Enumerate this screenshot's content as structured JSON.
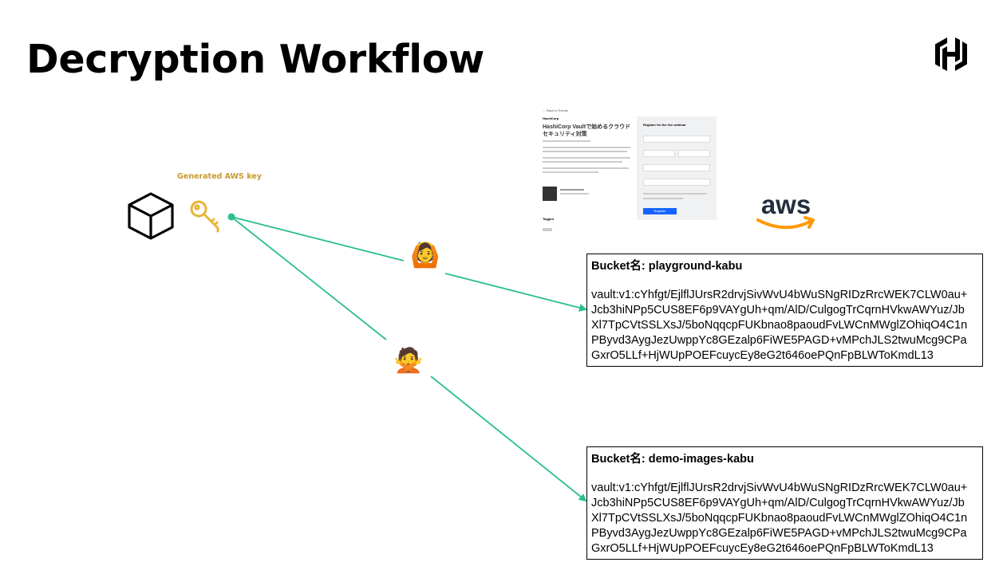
{
  "title": "Decryption Workflow",
  "key_label": "Generated AWS key",
  "emoji_allowed": "🙆",
  "emoji_denied": "🙅",
  "webinar": {
    "back_link": "← Back to Events",
    "brand": "HashiCorp",
    "heading": "HashiCorp Vaultで始めるクラウドセキュリティ対策",
    "form_title": "Register for the live webinar",
    "register_button": "Register",
    "tagged": "Tagged"
  },
  "aws_text": "aws",
  "buckets": [
    {
      "title": "Bucket名: playground-kabu",
      "value_lines": [
        "vault:v1:cYhfgt/EjlflJUrsR2drvjSivWvU4bWuSNgRIDzRrcWEK7CLW0au+",
        "Jcb3hiNPp5CUS8EF6p9VAYgUh+qm/AlD/CulgogTrCqrnHVkwAWYuz/Jb",
        "Xl7TpCVtSSLXsJ/5boNqqcpFUKbnao8paoudFvLWCnMWglZOhiqO4C1n",
        "PByvd3AygJezUwppYc8GEzalp6FiWE5PAGD+vMPchJLS2twuMcg9CPa",
        "GxrO5LLf+HjWUpPOEFcuycEy8eG2t646oePQnFpBLWToKmdL13"
      ]
    },
    {
      "title": "Bucket名: demo-images-kabu",
      "value_lines": [
        "vault:v1:cYhfgt/EjlflJUrsR2drvjSivWvU4bWuSNgRIDzRrcWEK7CLW0au+",
        "Jcb3hiNPp5CUS8EF6p9VAYgUh+qm/AlD/CulgogTrCqrnHVkwAWYuz/Jb",
        "Xl7TpCVtSSLXsJ/5boNqqcpFUKbnao8paoudFvLWCnMWglZOhiqO4C1n",
        "PByvd3AygJezUwppYc8GEzalp6FiWE5PAGD+vMPchJLS2twuMcg9CPa",
        "GxrO5LLf+HjWUpPOEFcuycEy8eG2t646oePQnFpBLWToKmdL13"
      ]
    }
  ],
  "colors": {
    "arrow": "#2bbf8a",
    "key": "#e8b53a",
    "aws_orange": "#ff9900",
    "aws_text": "#232f3e"
  },
  "icons": [
    "hashicorp-logo-icon",
    "cube-icon",
    "key-icon",
    "aws-logo-icon"
  ]
}
